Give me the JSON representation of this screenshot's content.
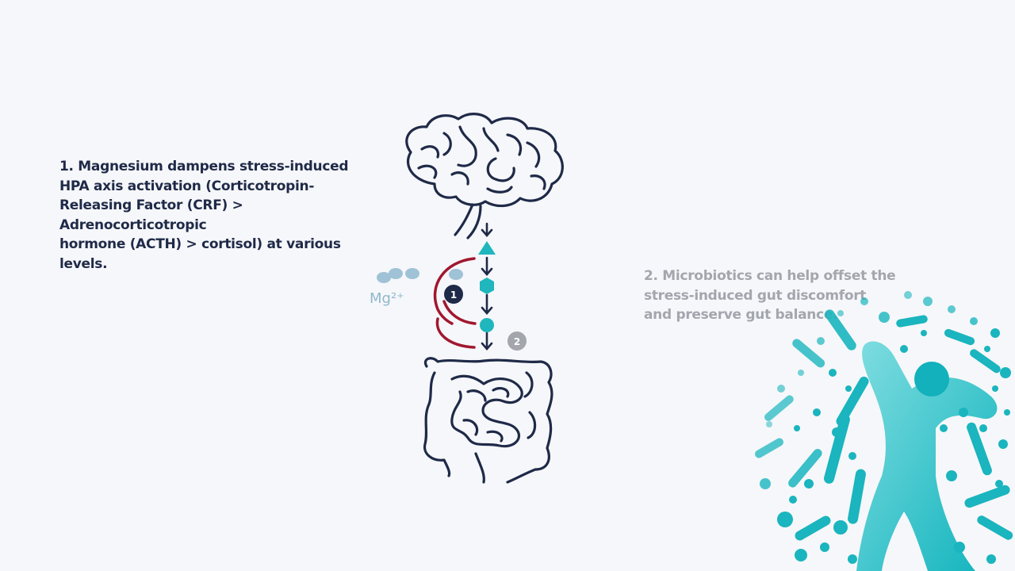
{
  "notes": {
    "note1": "1. Magnesium dampens stress-induced\nHPA axis activation (Corticotropin-\nReleasing Factor (CRF) > Adrenocorticotropic\nhormone (ACTH) > cortisol) at various levels.",
    "note2": "2.  Microbiotics can help offset the\nstress-induced gut discomfort\nand preserve gut balance."
  },
  "diagram": {
    "mg_label": "Mg²⁺",
    "marker_1": "1",
    "marker_2": "2"
  },
  "colors": {
    "navy": "#1f2a48",
    "teal": "#1fb6bd",
    "red": "#a0182f",
    "grey": "#a3a6ad",
    "mg_blue": "#9fc2d6"
  }
}
